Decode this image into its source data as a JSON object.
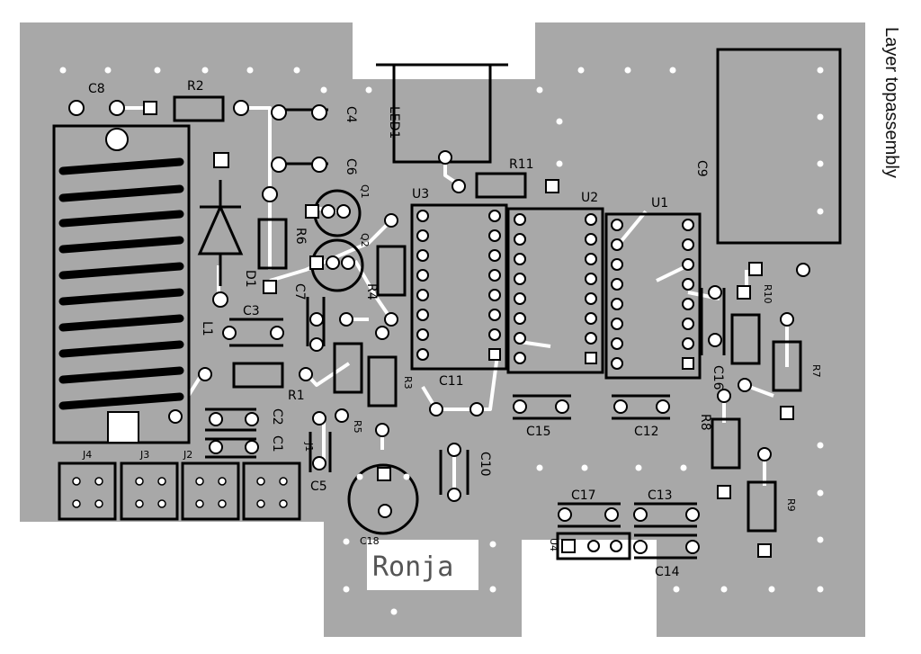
{
  "layer_label": "Layer topassembly",
  "stamp_text": "Ronja",
  "colors": {
    "board": "#a8a8a8",
    "silkscreen": "#000000",
    "pad": "#ffffff",
    "trace": "#ffffff",
    "via": "#ffffff"
  },
  "labels": {
    "c8": "C8",
    "r2": "R2",
    "c4": "C4",
    "c6": "C6",
    "led1": "LED1",
    "r11": "R11",
    "c9": "C9",
    "u3": "U3",
    "u2": "U2",
    "u1": "U1",
    "q1": "Q1",
    "q2": "Q2",
    "r6": "R6",
    "d1": "D1",
    "c7": "C7",
    "r4": "R4",
    "c3": "C3",
    "l1": "L1",
    "r1": "R1",
    "c2": "C2",
    "c1": "C1",
    "r5": "R5",
    "r3": "R3",
    "c11": "C11",
    "c15": "C15",
    "c12": "C12",
    "c16": "C16",
    "r10": "R10",
    "r7": "R7",
    "r8": "R8",
    "r9": "R9",
    "j4": "J4",
    "j3": "J3",
    "j2": "J2",
    "j1": "J1",
    "c5": "C5",
    "c10": "C10",
    "c18": "C18",
    "c17": "C17",
    "c13": "C13",
    "c14": "C14",
    "u4": "U4"
  }
}
